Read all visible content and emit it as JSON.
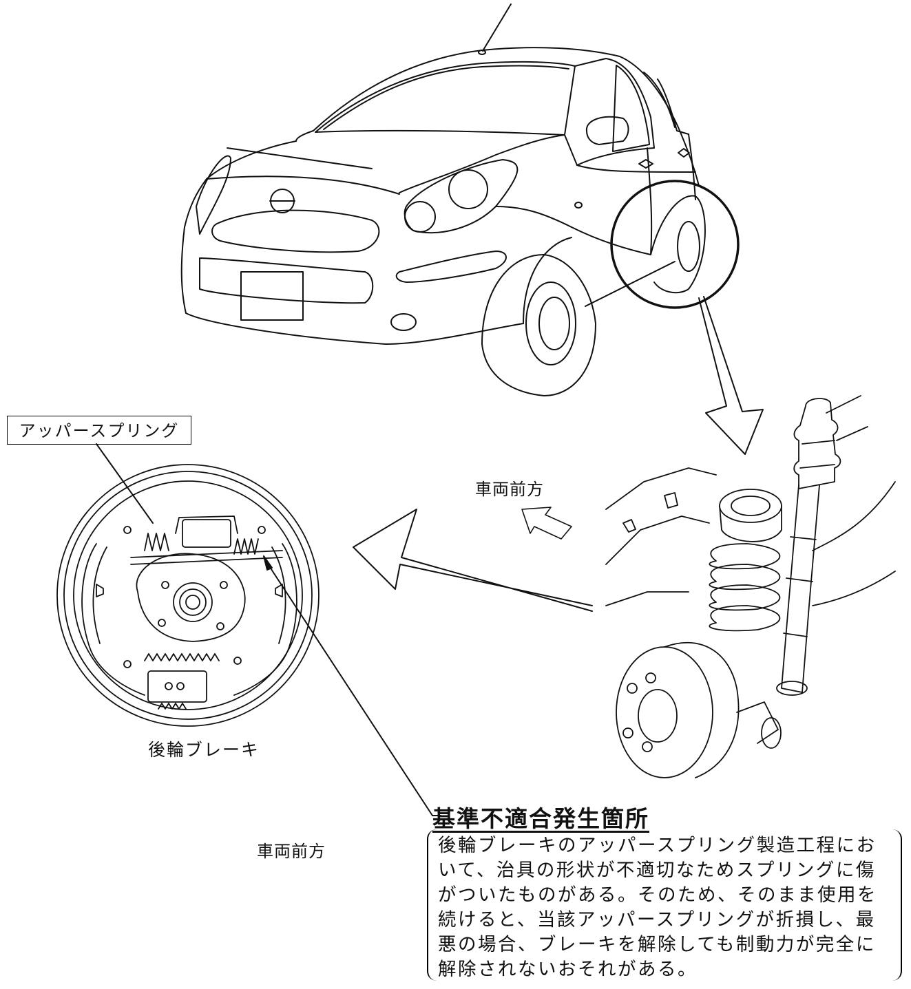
{
  "labels": {
    "upper_spring": "アッパースプリング",
    "vehicle_front_top": "車両前方",
    "rear_brake": "後輪ブレーキ",
    "vehicle_front_bottom": "車両前方",
    "defect_location_title": "基準不適合発生箇所",
    "defect_description": "後輪ブレーキのアッパースプリング製造工程において、治具の形状が不適切なためスプリングに傷がついたものがある。そのため、そのまま使用を続けると、当該アッパースプリングが折損し、最悪の場合、ブレーキを解除しても制動力が完全に解除されないおそれがある。"
  }
}
